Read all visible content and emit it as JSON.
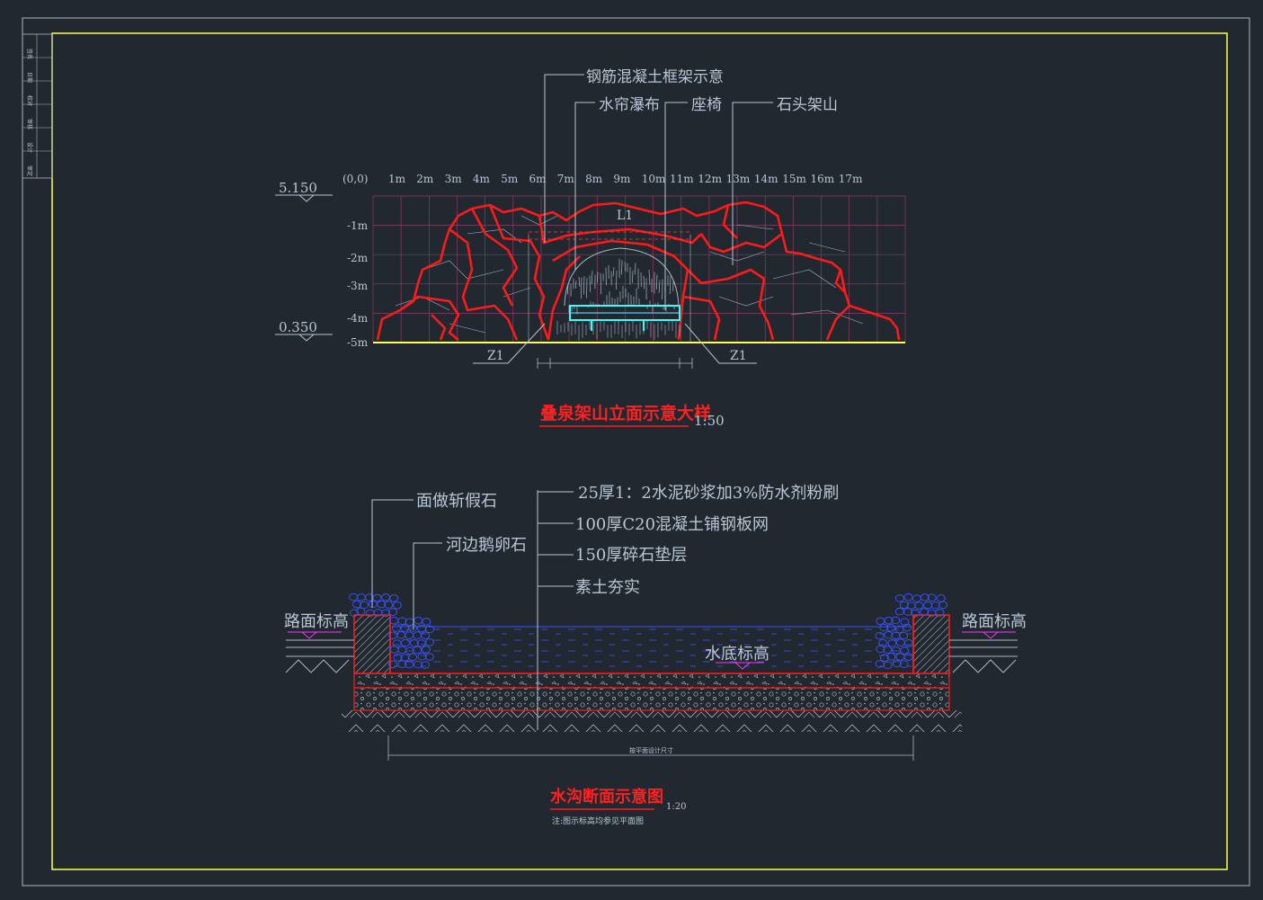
{
  "colors": {
    "background": "#212830",
    "frame_yellow": "#ffff55",
    "frame_outer": "#aab6c4",
    "grid_magenta": "#8a3d6a",
    "rock_red": "#ff1a1a",
    "bench_cyan": "#33ffff",
    "text": "#b9c6d6",
    "water_blue": "#3c55ff"
  },
  "title_block": [
    "签名",
    "日期",
    "校对",
    "审核",
    "设计",
    "审定"
  ],
  "elevation": {
    "callout_frame": "钢筋混凝土框架示意",
    "callout_waterfall": "水帘瀑布",
    "callout_bench": "座椅",
    "callout_rockery": "石头架山",
    "top_elev": "5.150",
    "bottom_elev": "0.350",
    "origin": "(0,0)",
    "x_ticks": [
      "1m",
      "2m",
      "3m",
      "4m",
      "5m",
      "6m",
      "7m",
      "8m",
      "9m",
      "10m",
      "11m",
      "12m",
      "13m",
      "14m",
      "15m",
      "16m",
      "17m"
    ],
    "y_ticks": [
      "-1m",
      "-2m",
      "-3m",
      "-4m",
      "-5m"
    ],
    "beam_label": "L1",
    "column_left": "Z1",
    "column_right": "Z1",
    "title": "叠泉架山立面示意大样",
    "scale": "1:50"
  },
  "section": {
    "label_face": "面做斩假石",
    "label_pebble": "河边鹅卵石",
    "layer_1": "25厚1：2水泥砂浆加3%防水剂粉刷",
    "layer_2": "100厚C20混凝土铺钢板网",
    "layer_3": "150厚碎石垫层",
    "layer_4": "素土夯实",
    "road_left": "路面标高",
    "road_right": "路面标高",
    "water_bottom": "水底标高",
    "width_note": "按平面设计尺寸",
    "title": "水沟断面示意图",
    "scale": "1:20",
    "note": "注:图示标高均参见平面图"
  }
}
